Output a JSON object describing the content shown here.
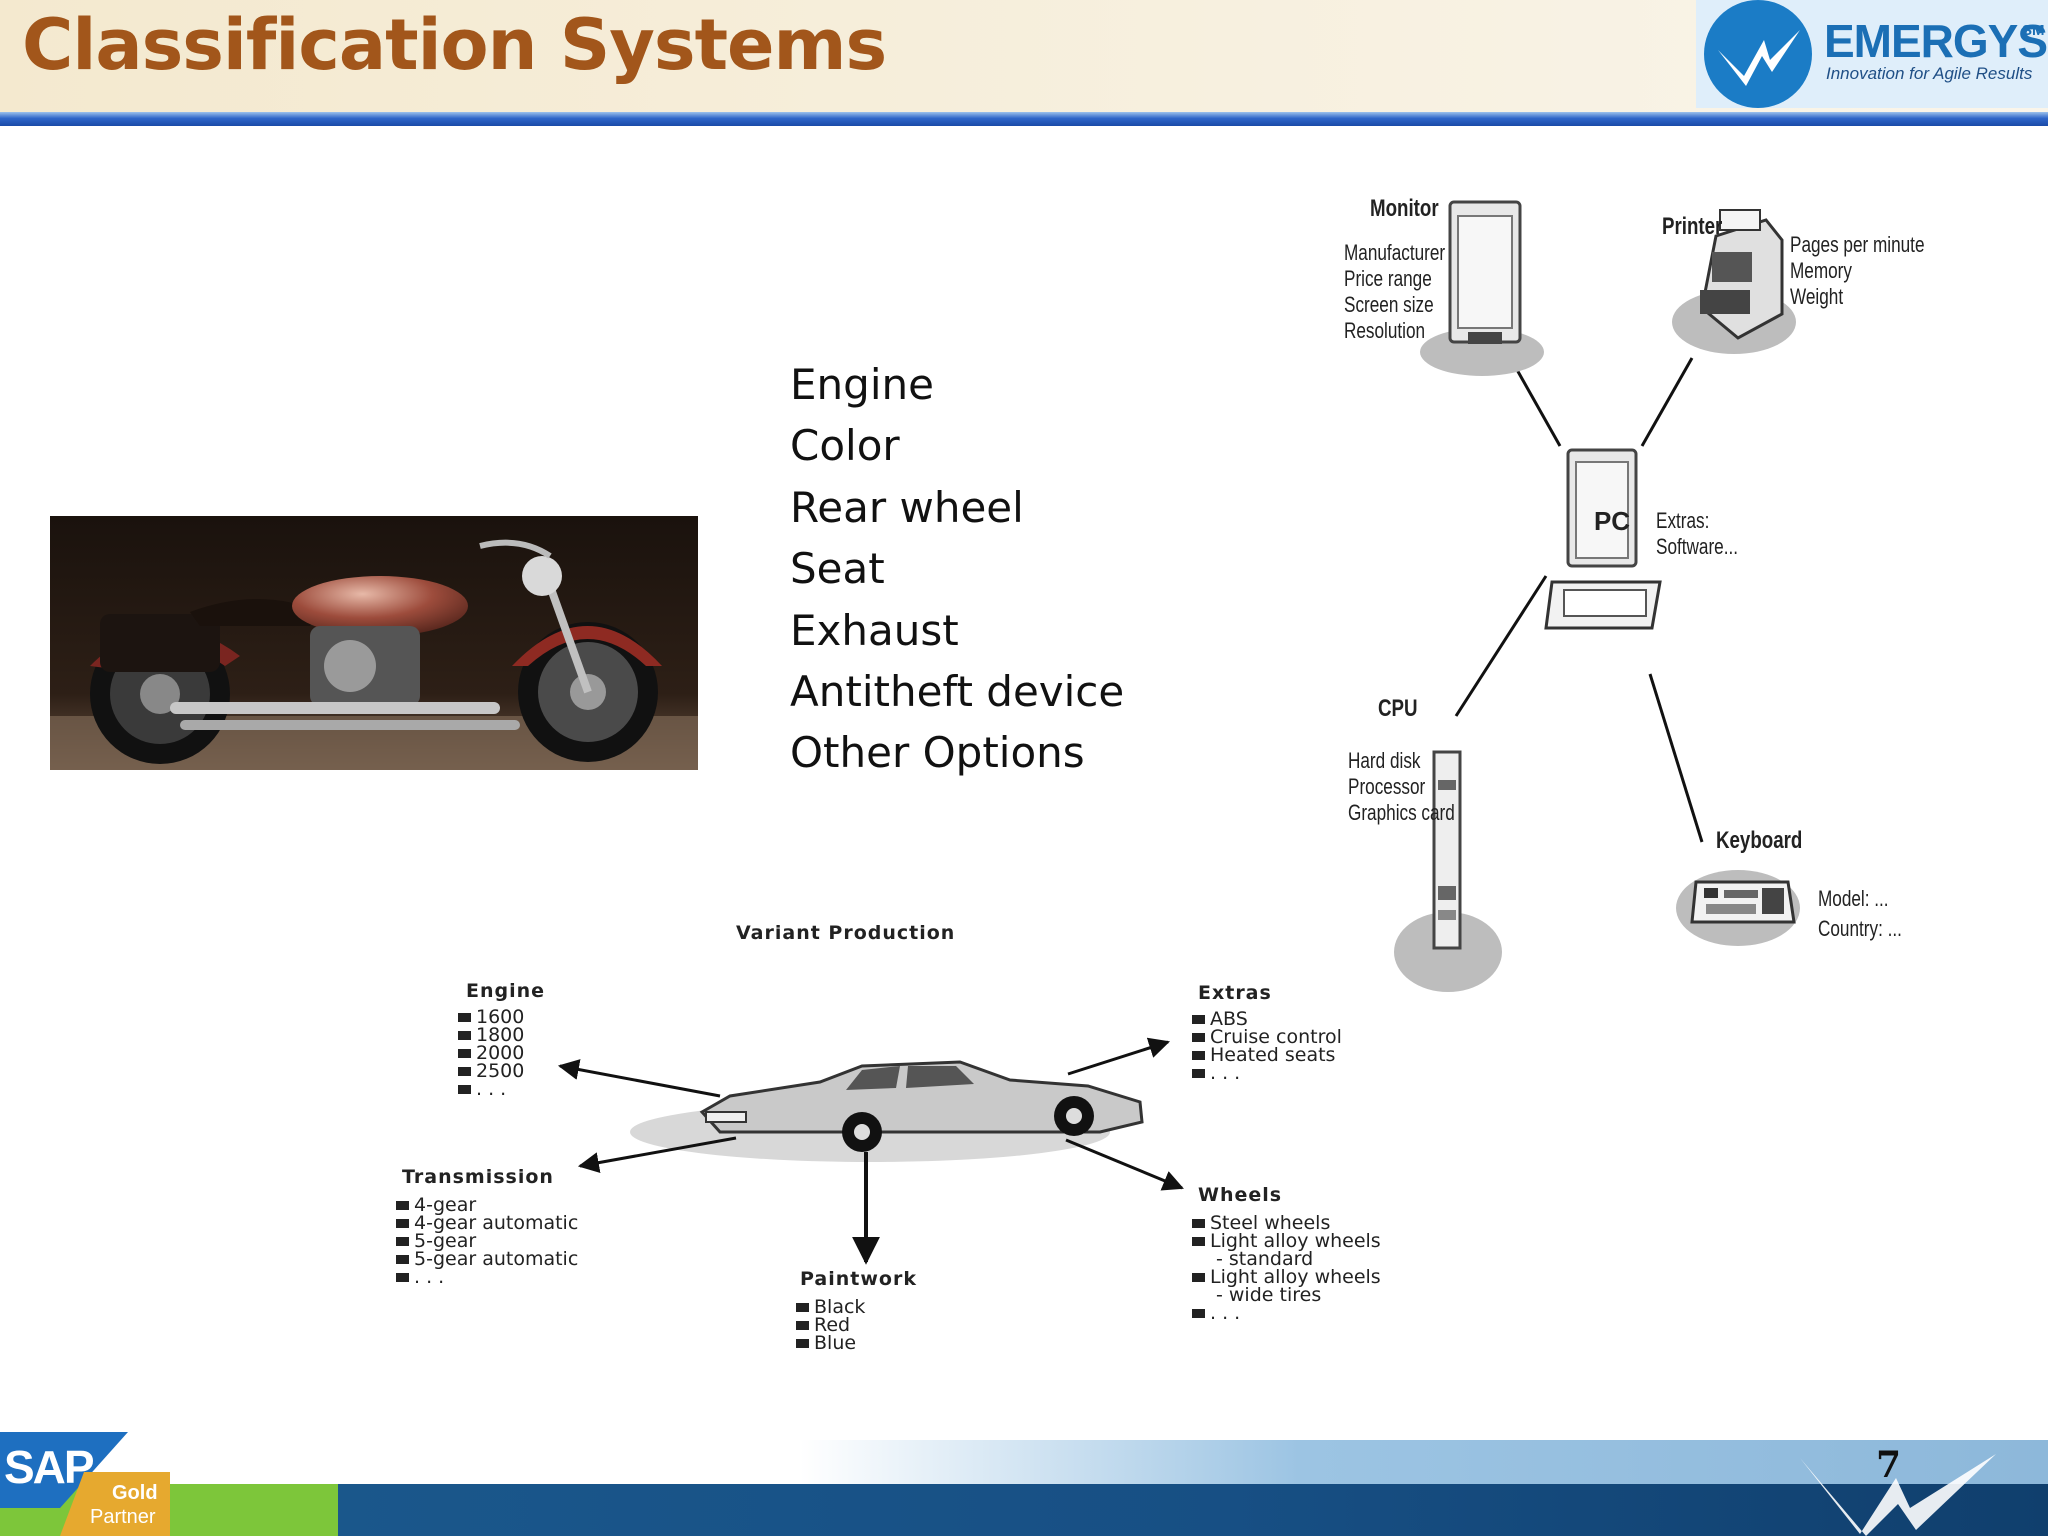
{
  "header": {
    "title": "Classification Systems",
    "logo": {
      "name": "EMERGYS",
      "mark": "SM",
      "tagline": "Innovation for Agile Results"
    }
  },
  "attributes": [
    "Engine",
    "Color",
    "Rear wheel",
    "Seat",
    "Exhaust",
    "Antitheft device",
    "Other Options"
  ],
  "pc_diagram": {
    "monitor": {
      "title": "Monitor",
      "props": [
        "Manufacturer",
        "Price range",
        "Screen size",
        "Resolution"
      ]
    },
    "printer": {
      "title": "Printer",
      "props": [
        "Pages per minute",
        "Memory",
        "Weight"
      ]
    },
    "pc": {
      "label": "PC",
      "extras_title": "Extras:",
      "extras": [
        "Software..."
      ]
    },
    "cpu": {
      "title": "CPU",
      "props": [
        "Hard disk",
        "Processor",
        "Graphics card"
      ]
    },
    "keyboard": {
      "title": "Keyboard",
      "props": [
        "Model: ...",
        "Country: ..."
      ]
    }
  },
  "variant_diagram": {
    "title": "Variant Production",
    "engine": {
      "title": "Engine",
      "items": [
        "1600",
        "1800",
        "2000",
        "2500",
        ". . ."
      ]
    },
    "extras": {
      "title": "Extras",
      "items": [
        "ABS",
        "Cruise control",
        "Heated seats",
        ". . ."
      ]
    },
    "transmission": {
      "title": "Transmission",
      "items": [
        "4-gear",
        "4-gear automatic",
        "5-gear",
        "5-gear automatic",
        ". . ."
      ]
    },
    "paintwork": {
      "title": "Paintwork",
      "items": [
        "Black",
        "Red",
        "Blue"
      ]
    },
    "wheels": {
      "title": "Wheels",
      "items": [
        "Steel wheels",
        "Light alloy wheels",
        "- standard",
        "Light alloy wheels",
        "- wide tires",
        ". . ."
      ]
    }
  },
  "footer": {
    "sap": "SAP",
    "partner": [
      "Gold",
      "Partner"
    ],
    "page_number": "7"
  },
  "colors": {
    "title": "#a2561b",
    "brand_blue": "#1b6fb5",
    "footer_blue": "#174f84",
    "sap_green": "#7dc63a"
  }
}
